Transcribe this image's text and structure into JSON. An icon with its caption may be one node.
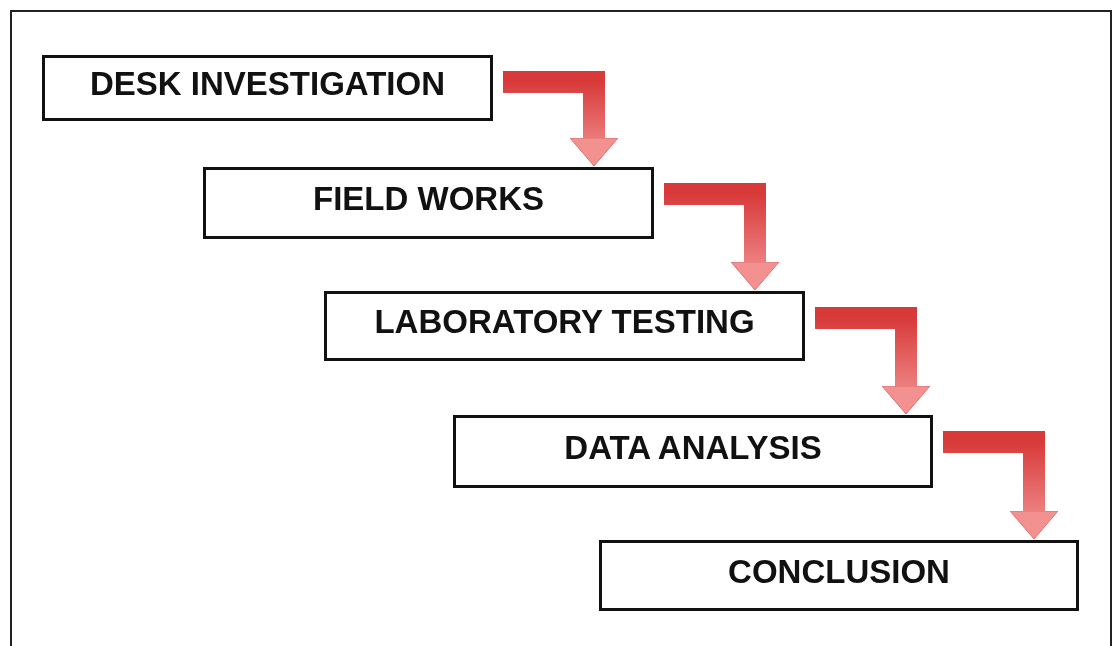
{
  "diagram": {
    "nodes": [
      {
        "text": [
          "DESK INVESTIGATION"
        ]
      },
      {
        "text": [
          "FIELD WORKS"
        ]
      },
      {
        "text": [
          "LABORATORY TESTING"
        ]
      },
      {
        "text": [
          "DATA ANALYSIS"
        ]
      },
      {
        "text": [
          "CONCLUSION"
        ]
      }
    ],
    "edges": [
      {
        "from": 0,
        "to": 1,
        "arrow": "to"
      },
      {
        "from": 1,
        "to": 2,
        "arrow": "to"
      },
      {
        "from": 2,
        "to": 3,
        "arrow": "to"
      },
      {
        "from": 3,
        "to": 4,
        "arrow": "to"
      }
    ]
  }
}
